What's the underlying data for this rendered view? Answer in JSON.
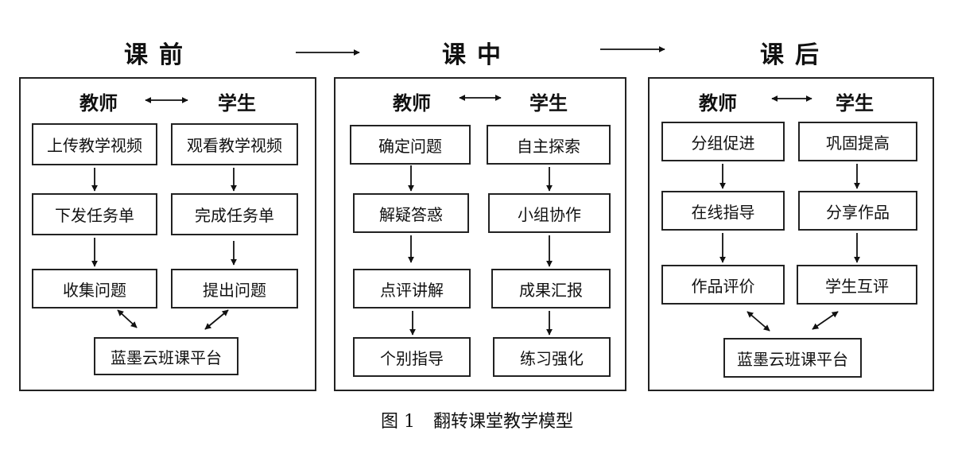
{
  "phases": {
    "before": "课前",
    "during": "课中",
    "after": "课后"
  },
  "roles": {
    "teacher": "教师",
    "student": "学生"
  },
  "before": {
    "teacher": [
      "上传教学视频",
      "下发任务单",
      "收集问题"
    ],
    "student": [
      "观看教学视频",
      "完成任务单",
      "提出问题"
    ],
    "platform": "蓝墨云班课平台"
  },
  "during": {
    "teacher": [
      "确定问题",
      "解疑答惑",
      "点评讲解",
      "个别指导"
    ],
    "student": [
      "自主探索",
      "小组协作",
      "成果汇报",
      "练习强化"
    ]
  },
  "after": {
    "teacher": [
      "分组促进",
      "在线指导",
      "作品评价"
    ],
    "student": [
      "巩固提高",
      "分享作品",
      "学生互评"
    ],
    "platform": "蓝墨云班课平台"
  },
  "caption": {
    "label": "图 1",
    "title": "翻转课堂教学模型"
  }
}
